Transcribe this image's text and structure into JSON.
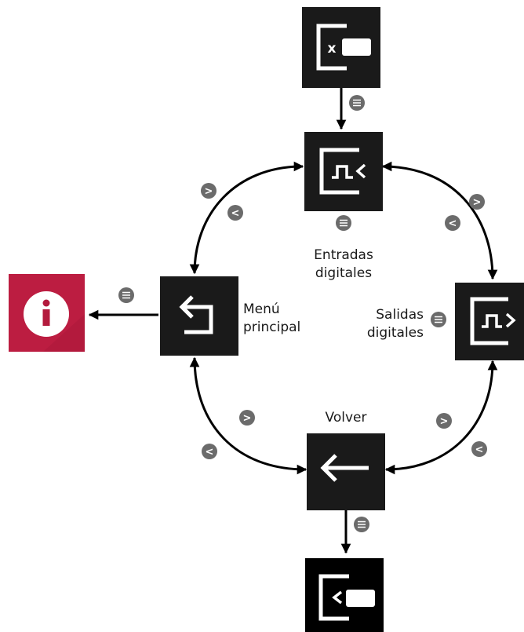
{
  "labels": {
    "inputs": {
      "line1": "Entradas",
      "line2": "digitales"
    },
    "outputs": {
      "line1": "Salidas",
      "line2": "digitales"
    },
    "main_menu": {
      "line1": "Menú",
      "line2": "principal"
    },
    "back": "Volver"
  },
  "icons": {
    "top": "exit-x-icon",
    "inputs": "digital-input-icon",
    "outputs": "digital-output-icon",
    "main_menu": "return-arrow-icon",
    "back": "left-arrow-icon",
    "bottom": "exit-back-icon",
    "info": "info-icon"
  },
  "buttons": {
    "next": ">",
    "prev": "<",
    "enter": "menu-lines-icon"
  },
  "colors": {
    "tile": "#1a1a1a",
    "info_tile": "#b31a3d",
    "badge": "#6b6b6b",
    "arrow": "#000000"
  }
}
